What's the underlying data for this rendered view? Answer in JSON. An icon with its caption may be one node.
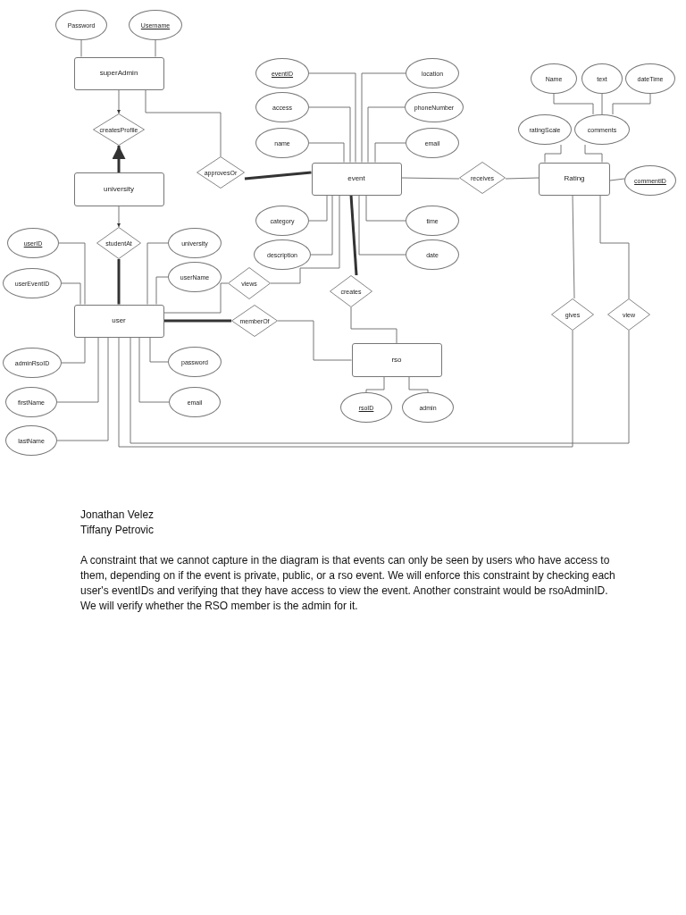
{
  "diagram": {
    "nodes": [
      {
        "text": [
          "Password"
        ]
      },
      {
        "text": [
          "Username"
        ]
      },
      {
        "text": [
          "superAdmin"
        ]
      },
      {
        "text": [
          "createsProfile"
        ]
      },
      {
        "text": [
          "university"
        ]
      },
      {
        "text": [
          "studentAt"
        ]
      },
      {
        "text": [
          "userID"
        ]
      },
      {
        "text": [
          "userEventID"
        ]
      },
      {
        "text": [
          "university"
        ]
      },
      {
        "text": [
          "userName"
        ]
      },
      {
        "text": [
          "user"
        ]
      },
      {
        "text": [
          "views"
        ]
      },
      {
        "text": [
          "memberOf"
        ]
      },
      {
        "text": [
          "adminRsoID"
        ]
      },
      {
        "text": [
          "password"
        ]
      },
      {
        "text": [
          "firstName"
        ]
      },
      {
        "text": [
          "email"
        ]
      },
      {
        "text": [
          "lastName"
        ]
      },
      {
        "text": [
          "approvesOr"
        ]
      },
      {
        "text": [
          "event"
        ]
      },
      {
        "text": [
          "eventID"
        ]
      },
      {
        "text": [
          "access"
        ]
      },
      {
        "text": [
          "name"
        ]
      },
      {
        "text": [
          "category"
        ]
      },
      {
        "text": [
          "description"
        ]
      },
      {
        "text": [
          "location"
        ]
      },
      {
        "text": [
          "phoneNumber"
        ]
      },
      {
        "text": [
          "email"
        ]
      },
      {
        "text": [
          "time"
        ]
      },
      {
        "text": [
          "date"
        ]
      },
      {
        "text": [
          "creates"
        ]
      },
      {
        "text": [
          "rso"
        ]
      },
      {
        "text": [
          "rsoID"
        ]
      },
      {
        "text": [
          "admin"
        ]
      },
      {
        "text": [
          "receives"
        ]
      },
      {
        "text": [
          "Rating"
        ]
      },
      {
        "text": [
          "commentID"
        ]
      },
      {
        "text": [
          "ratingScale"
        ]
      },
      {
        "text": [
          "comments"
        ]
      },
      {
        "text": [
          "Name"
        ]
      },
      {
        "text": [
          "text"
        ]
      },
      {
        "text": [
          "dateTime"
        ]
      },
      {
        "text": [
          "gives"
        ]
      },
      {
        "text": [
          "view"
        ]
      }
    ],
    "edges": [
      {
        "from": 0,
        "to": 2,
        "arrow": "none"
      },
      {
        "from": 1,
        "to": 2,
        "arrow": "none"
      },
      {
        "from": 2,
        "to": 3,
        "arrow": "to"
      },
      {
        "from": 4,
        "to": 3,
        "arrow": "to",
        "style": "thick"
      },
      {
        "from": 4,
        "to": 5,
        "arrow": "to"
      },
      {
        "from": 5,
        "to": 10,
        "arrow": "none",
        "style": "thick"
      },
      {
        "from": 2,
        "to": 18,
        "arrow": "none"
      },
      {
        "from": 18,
        "to": 19,
        "arrow": "none",
        "style": "thick"
      },
      {
        "from": 6,
        "to": 10,
        "arrow": "none"
      },
      {
        "from": 7,
        "to": 10,
        "arrow": "none"
      },
      {
        "from": 8,
        "to": 10,
        "arrow": "none"
      },
      {
        "from": 9,
        "to": 10,
        "arrow": "none"
      },
      {
        "from": 13,
        "to": 10,
        "arrow": "none"
      },
      {
        "from": 14,
        "to": 10,
        "arrow": "none"
      },
      {
        "from": 15,
        "to": 10,
        "arrow": "none"
      },
      {
        "from": 16,
        "to": 10,
        "arrow": "none"
      },
      {
        "from": 17,
        "to": 10,
        "arrow": "none"
      },
      {
        "from": 10,
        "to": 11,
        "arrow": "none"
      },
      {
        "from": 11,
        "to": 19,
        "arrow": "none"
      },
      {
        "from": 10,
        "to": 12,
        "arrow": "none",
        "style": "thick"
      },
      {
        "from": 12,
        "to": 31,
        "arrow": "none"
      },
      {
        "from": 19,
        "to": 30,
        "arrow": "none",
        "style": "thick"
      },
      {
        "from": 30,
        "to": 31,
        "arrow": "none"
      },
      {
        "from": 20,
        "to": 19,
        "arrow": "none"
      },
      {
        "from": 21,
        "to": 19,
        "arrow": "none"
      },
      {
        "from": 22,
        "to": 19,
        "arrow": "none"
      },
      {
        "from": 23,
        "to": 19,
        "arrow": "none"
      },
      {
        "from": 24,
        "to": 19,
        "arrow": "none"
      },
      {
        "from": 25,
        "to": 19,
        "arrow": "none"
      },
      {
        "from": 26,
        "to": 19,
        "arrow": "none"
      },
      {
        "from": 27,
        "to": 19,
        "arrow": "none"
      },
      {
        "from": 28,
        "to": 19,
        "arrow": "none"
      },
      {
        "from": 29,
        "to": 19,
        "arrow": "none"
      },
      {
        "from": 19,
        "to": 34,
        "arrow": "none"
      },
      {
        "from": 34,
        "to": 35,
        "arrow": "none"
      },
      {
        "from": 35,
        "to": 36,
        "arrow": "none"
      },
      {
        "from": 35,
        "to": 37,
        "arrow": "none"
      },
      {
        "from": 35,
        "to": 38,
        "arrow": "none"
      },
      {
        "from": 39,
        "to": 38,
        "arrow": "none"
      },
      {
        "from": 40,
        "to": 38,
        "arrow": "none"
      },
      {
        "from": 41,
        "to": 38,
        "arrow": "none"
      },
      {
        "from": 35,
        "to": 42,
        "arrow": "none"
      },
      {
        "from": 42,
        "to": 10,
        "arrow": "none"
      },
      {
        "from": 35,
        "to": 43,
        "arrow": "none"
      },
      {
        "from": 43,
        "to": 10,
        "arrow": "none"
      },
      {
        "from": 31,
        "to": 32,
        "arrow": "none"
      },
      {
        "from": 31,
        "to": 33,
        "arrow": "none"
      }
    ],
    "labels": [
      "Jonathan Velez",
      "Tiffany Petrovic",
      "A constraint that we cannot capture in the diagram is that events can only be seen by users who have access to them, depending on if the event is private, public, or a rso event. We will enforce this constraint by checking each user's eventIDs and verifying that they have access to view the event. Another constraint would be rsoAdminID. We will verify whether the RSO member is the admin for it."
    ]
  }
}
